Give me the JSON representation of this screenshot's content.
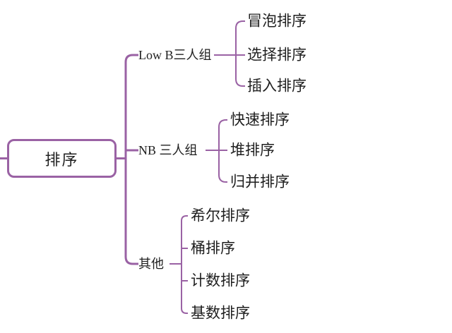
{
  "canvas": {
    "background_color": "#ffffff",
    "line_color": "#9a62a4",
    "text_color": "#1f1f1f"
  },
  "root": {
    "label": "排序"
  },
  "branches": [
    {
      "label": "Low B三人组",
      "children": [
        "冒泡排序",
        "选择排序",
        "插入排序"
      ]
    },
    {
      "label": "NB 三人组",
      "children": [
        "快速排序",
        "堆排序",
        "归并排序"
      ]
    },
    {
      "label": "其他",
      "children": [
        "希尔排序",
        "桶排序",
        "计数排序",
        "基数排序"
      ]
    }
  ]
}
